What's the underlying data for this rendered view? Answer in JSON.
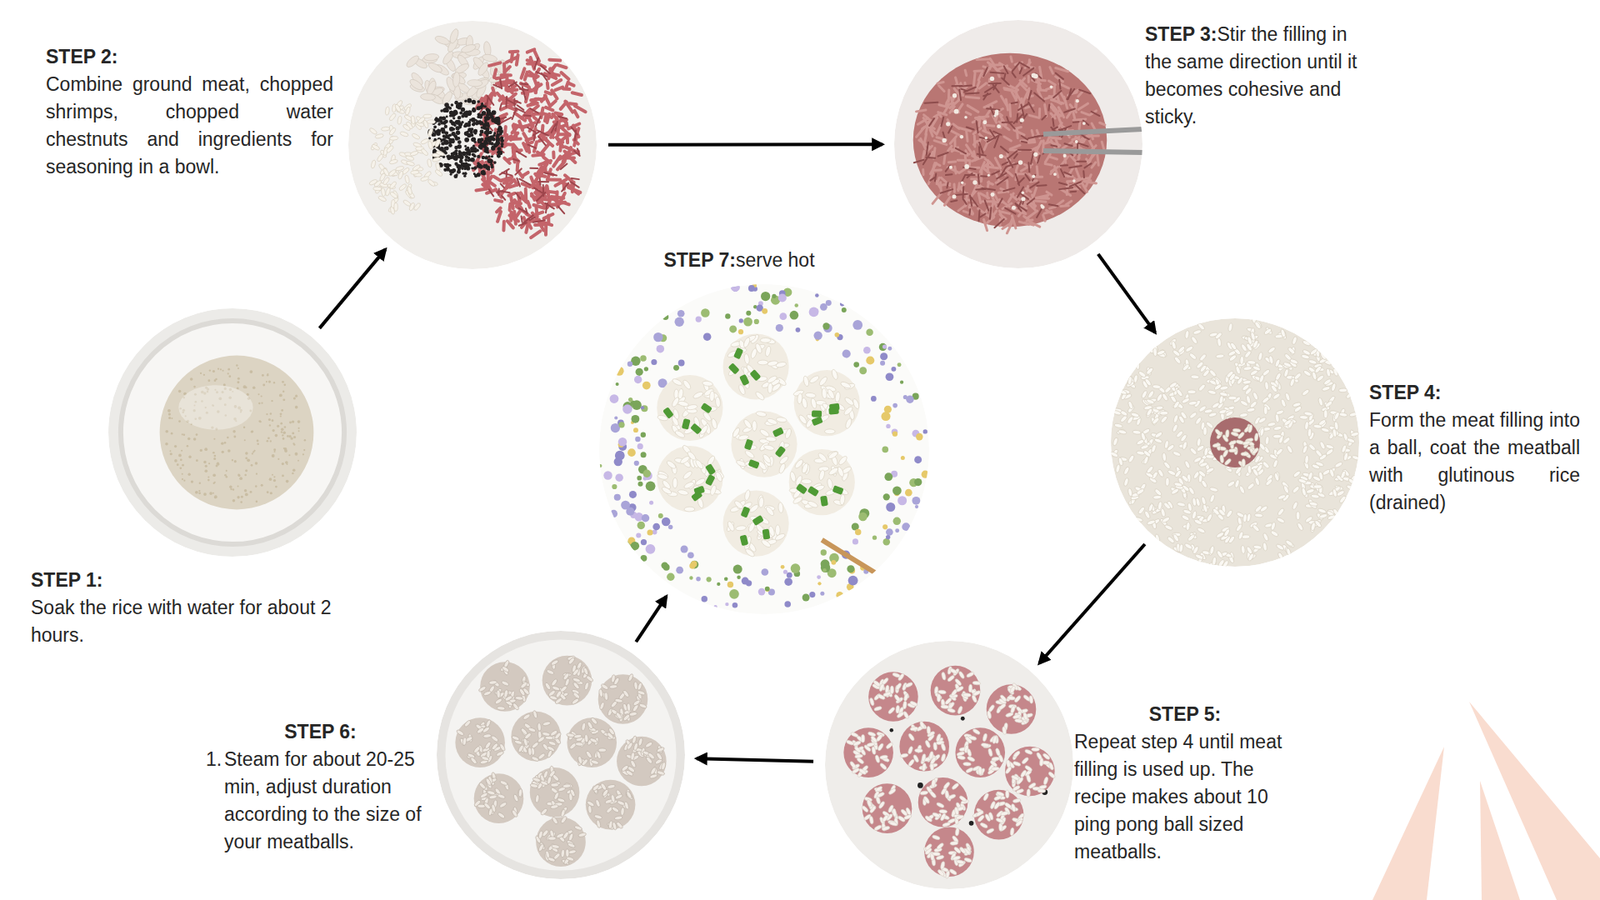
{
  "diagram": {
    "nodes": [
      {
        "text": [
          "STEP 1:",
          "Soak the rice with water for about 2 hours."
        ]
      },
      {
        "text": [
          "STEP 2:",
          "Combine ground meat, chopped shrimps, chopped water chestnuts and ingredients for seasoning in a bowl."
        ]
      },
      {
        "text": [
          "STEP 3:",
          "Stir the filling in the same direction until it becomes cohesive and sticky."
        ]
      },
      {
        "text": [
          "STEP 4:",
          "Form the meat filling into a ball, coat the meatball with glutinous rice (drained)"
        ]
      },
      {
        "text": [
          "STEP 5:",
          "Repeat step 4 until meat filling is used up. The recipe makes about 10 ping pong ball sized meatballs."
        ]
      },
      {
        "text": [
          "STEP 6:",
          "Steam for about 20-25 min, adjust duration according to the size of your meatballs."
        ]
      },
      {
        "text": [
          "STEP 7:",
          "serve hot"
        ]
      }
    ],
    "edges": [
      {
        "from": 0,
        "to": 1,
        "arrow": "to"
      },
      {
        "from": 1,
        "to": 2,
        "arrow": "to"
      },
      {
        "from": 2,
        "to": 3,
        "arrow": "to"
      },
      {
        "from": 3,
        "to": 4,
        "arrow": "to"
      },
      {
        "from": 4,
        "to": 5,
        "arrow": "to"
      },
      {
        "from": 5,
        "to": 6,
        "arrow": "to"
      }
    ],
    "labels": [
      "1."
    ]
  }
}
